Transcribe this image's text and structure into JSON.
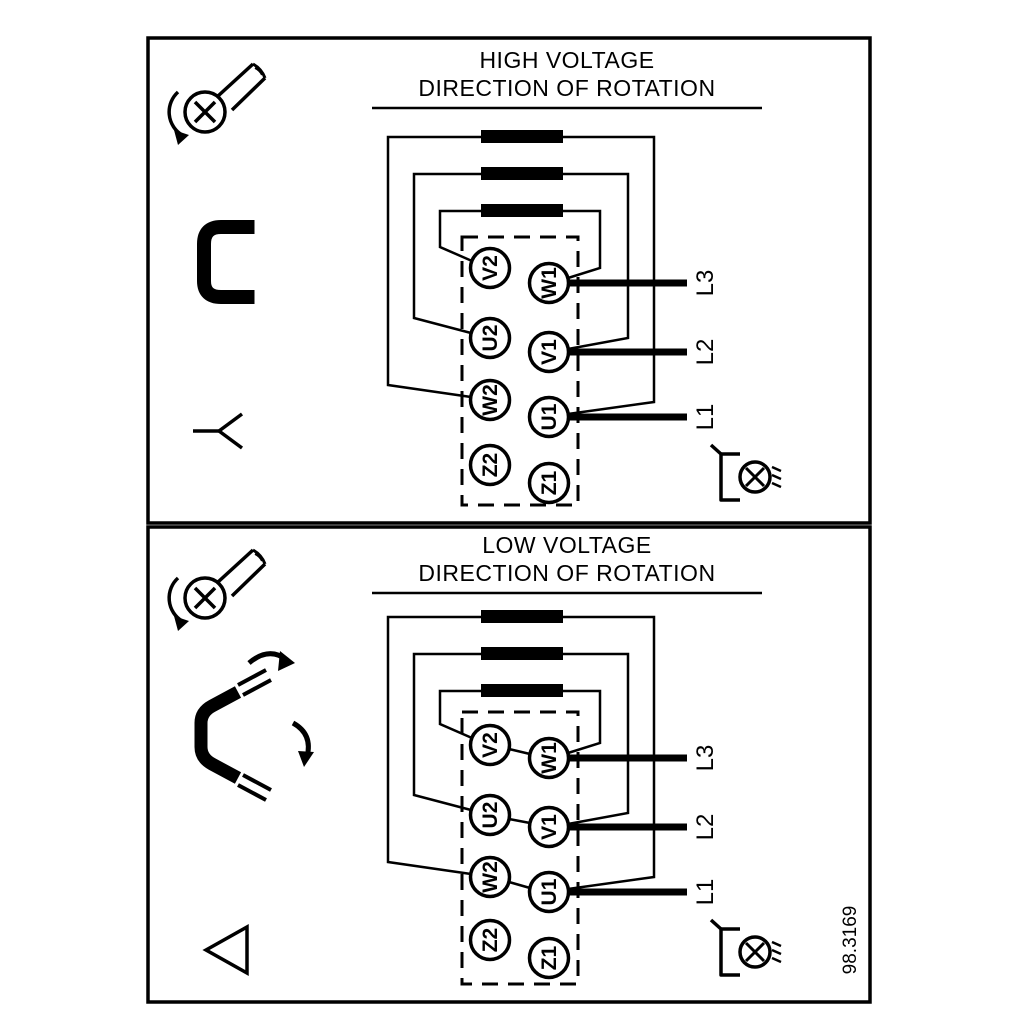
{
  "figure": {
    "number": "98.3169"
  },
  "high": {
    "title": "HIGH VOLTAGE",
    "subtitle": "DIRECTION OF ROTATION",
    "terminals": {
      "v2": "V2",
      "u2": "U2",
      "w2": "W2",
      "z2": "Z2",
      "w1": "W1",
      "v1": "V1",
      "u1": "U1",
      "z1": "Z1"
    },
    "supply": {
      "l3": "L3",
      "l2": "L2",
      "l1": "L1"
    }
  },
  "low": {
    "title": "LOW VOLTAGE",
    "subtitle": "DIRECTION OF ROTATION",
    "terminals": {
      "v2": "V2",
      "u2": "U2",
      "w2": "W2",
      "z2": "Z2",
      "w1": "W1",
      "v1": "V1",
      "u1": "U1",
      "z1": "Z1"
    },
    "supply": {
      "l3": "L3",
      "l2": "L2",
      "l1": "L1"
    }
  },
  "colors": {
    "ink": "#000000",
    "paper": "#ffffff"
  }
}
